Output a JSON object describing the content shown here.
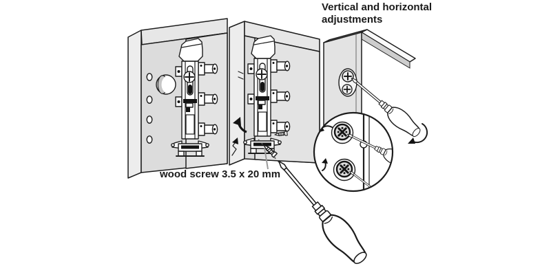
{
  "title": {
    "line1": "Vertical and horizontal",
    "line2": "adjustments"
  },
  "labels": {
    "wood_screw": "wood screw 3.5 x 20 mm"
  },
  "colors": {
    "background": "#ffffff",
    "line": "#1c1c1c",
    "panel_face": "#dcdcdc",
    "panel_edge": "#ededed",
    "panel_top": "#e7e7e7",
    "panel_back": "#e3e3e3",
    "shelf_shadow": "#cdcdcd",
    "dark_fill": "#141414",
    "text": "#1a1a1a"
  },
  "icons": {
    "swivel_arrow": "curved-arrow",
    "insert_arrow": "bent-arrow",
    "rotation_arrow": "turn-arrow",
    "magnifier": "detail-circle"
  }
}
